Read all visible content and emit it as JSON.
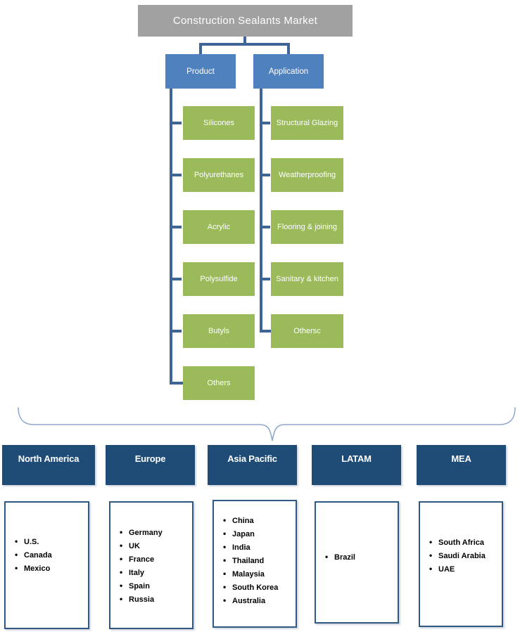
{
  "title": "Construction Sealants Market",
  "colors": {
    "title_bg": "#A1A1A1",
    "branch_bg": "#4E81BD",
    "leaf_bg": "#9BBA59",
    "connector": "#3E6598",
    "region_bg": "#1E4C77",
    "list_border": "#2E5983",
    "brace": "#8FA9CE",
    "text_on_boxes": "#FFFFFF",
    "list_text": "#000000"
  },
  "tree": {
    "branches": [
      {
        "label": "Product",
        "children": [
          "Silicones",
          "Polyurethanes",
          "Acrylic",
          "Polysulfide",
          "Butyls",
          "Others"
        ]
      },
      {
        "label": "Application",
        "children": [
          "Structural Glazing",
          "Weatherproofing",
          "Flooring & joining",
          "Sanitary & kitchen",
          "Othersc"
        ]
      }
    ]
  },
  "regions": [
    {
      "name": "North America",
      "countries": [
        "U.S.",
        "Canada",
        "Mexico"
      ]
    },
    {
      "name": "Europe",
      "countries": [
        "Germany",
        "UK",
        "France",
        "Italy",
        "Spain",
        "Russia"
      ]
    },
    {
      "name": "Asia Pacific",
      "countries": [
        "China",
        "Japan",
        "India",
        "Thailand",
        "Malaysia",
        "South Korea",
        "Australia"
      ]
    },
    {
      "name": "LATAM",
      "countries": [
        "Brazil"
      ]
    },
    {
      "name": "MEA",
      "countries": [
        "South Africa",
        "Saudi Arabia",
        "UAE"
      ]
    }
  ]
}
